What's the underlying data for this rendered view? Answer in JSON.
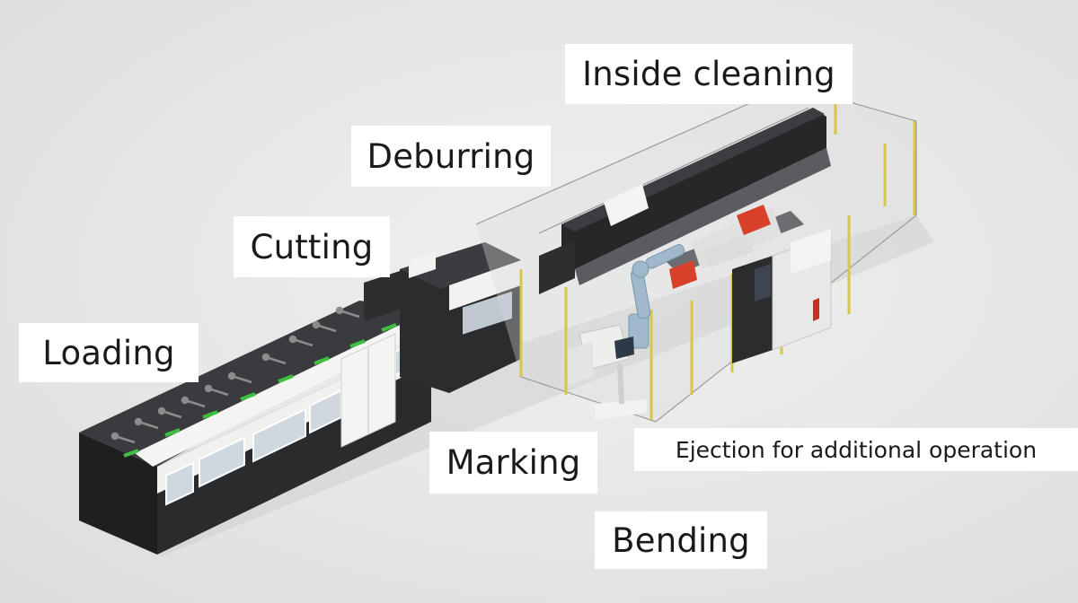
{
  "labels": {
    "inside_cleaning": "Inside cleaning",
    "deburring": "Deburring",
    "cutting": "Cutting",
    "loading": "Loading",
    "marking": "Marking",
    "ejection": "Ejection for additional operation",
    "bending": "Bending"
  },
  "colors": {
    "machine_dark": "#2a2b2d",
    "panel_white": "#f4f4f2",
    "accent_green": "#3fbf3f",
    "accent_red": "#d8402a",
    "robot_blue": "#9fb8cc",
    "fence_yellow": "#d6c64a"
  }
}
